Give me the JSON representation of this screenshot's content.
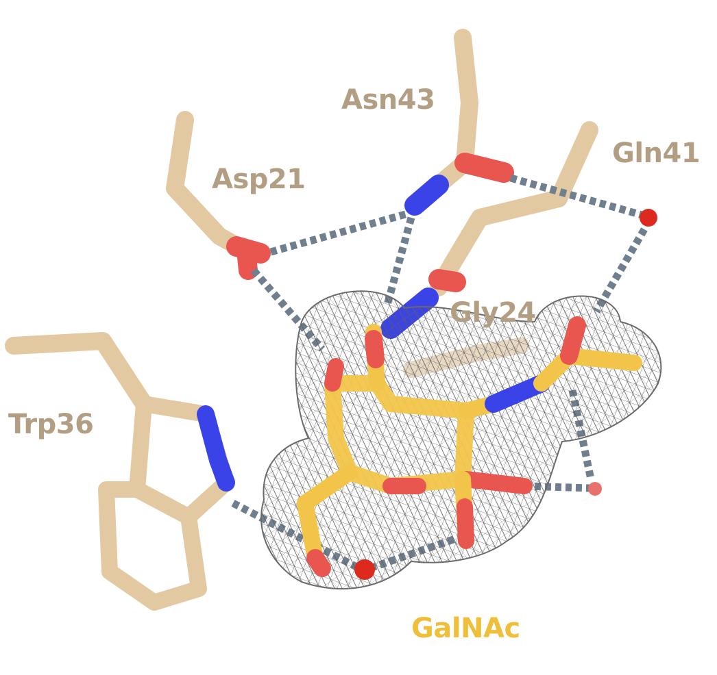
{
  "labels": {
    "asn43": "Asn43",
    "gln41": "Gln41",
    "asp21": "Asp21",
    "gly24": "Gly24",
    "trp36": "Trp36",
    "galnac": "GalNAc"
  },
  "colors": {
    "carbon_protein": "#e3c9a1",
    "carbon_ligand": "#f2c54a",
    "nitrogen": "#3a43e8",
    "oxygen": "#e8564f",
    "water": "#dd2a1e",
    "hbond": "#6f7f8e",
    "mesh": "#5a5a5a",
    "label_residue": "#b29f83",
    "label_ligand": "#efbf3a"
  }
}
